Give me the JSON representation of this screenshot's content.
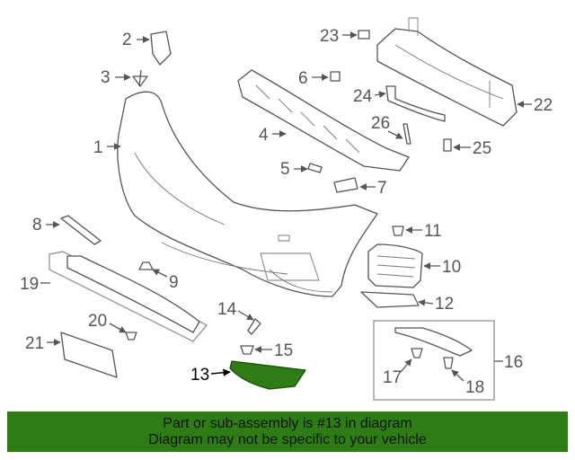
{
  "highlight_color": "#2e7d14",
  "callouts": [
    "1",
    "2",
    "3",
    "4",
    "5",
    "6",
    "7",
    "8",
    "9",
    "10",
    "11",
    "12",
    "13",
    "14",
    "15",
    "16",
    "17",
    "18",
    "19",
    "20",
    "21",
    "22",
    "23",
    "24",
    "25",
    "26"
  ],
  "footer": {
    "line1": "Part or sub-assembly is #13 in diagram",
    "line2": "Diagram may not be specific to your vehicle"
  }
}
